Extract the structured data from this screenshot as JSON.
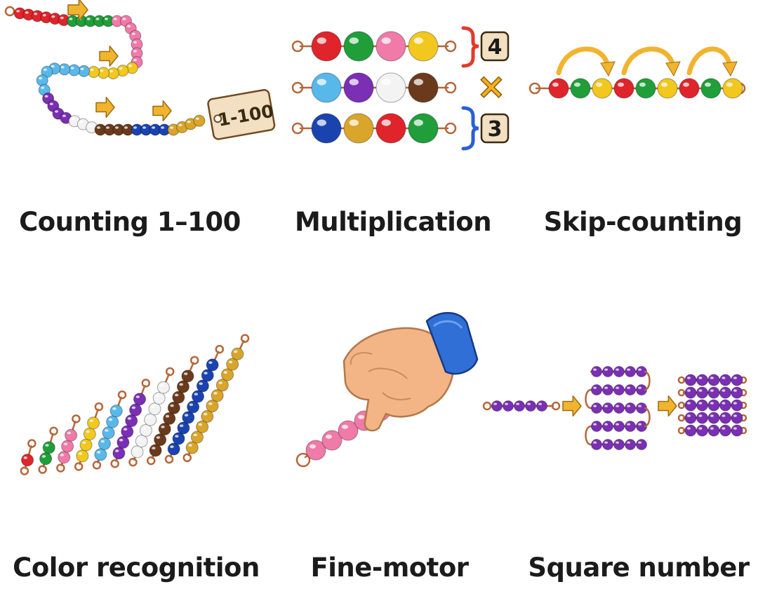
{
  "tiles": [
    {
      "id": "counting",
      "caption": "Counting 1–100",
      "tag": "1-100"
    },
    {
      "id": "multiplication",
      "caption": "Multiplication",
      "labels": {
        "top": "4",
        "times": "×",
        "bottom": "3"
      }
    },
    {
      "id": "skip",
      "caption": "Skip-counting"
    },
    {
      "id": "color",
      "caption": "Color recognition"
    },
    {
      "id": "fine",
      "caption": "Fine-motor"
    },
    {
      "id": "square",
      "caption": "Square number"
    }
  ],
  "colors": {
    "red": "#e0242b",
    "green": "#1f9e3a",
    "pink": "#f07aa8",
    "yellow": "#f2c81e",
    "lightblue": "#58b8ea",
    "purple": "#7a2fb4",
    "white": "#f3f3f3",
    "brown": "#6b3a1c",
    "blue": "#1b43b0",
    "gold": "#d9a52a",
    "wire": "#b5673a",
    "arrow": "#f1b42f",
    "tag": "#f3dfc1",
    "bracket_red": "#e23a2a",
    "bracket_blue": "#2a5fd6"
  }
}
